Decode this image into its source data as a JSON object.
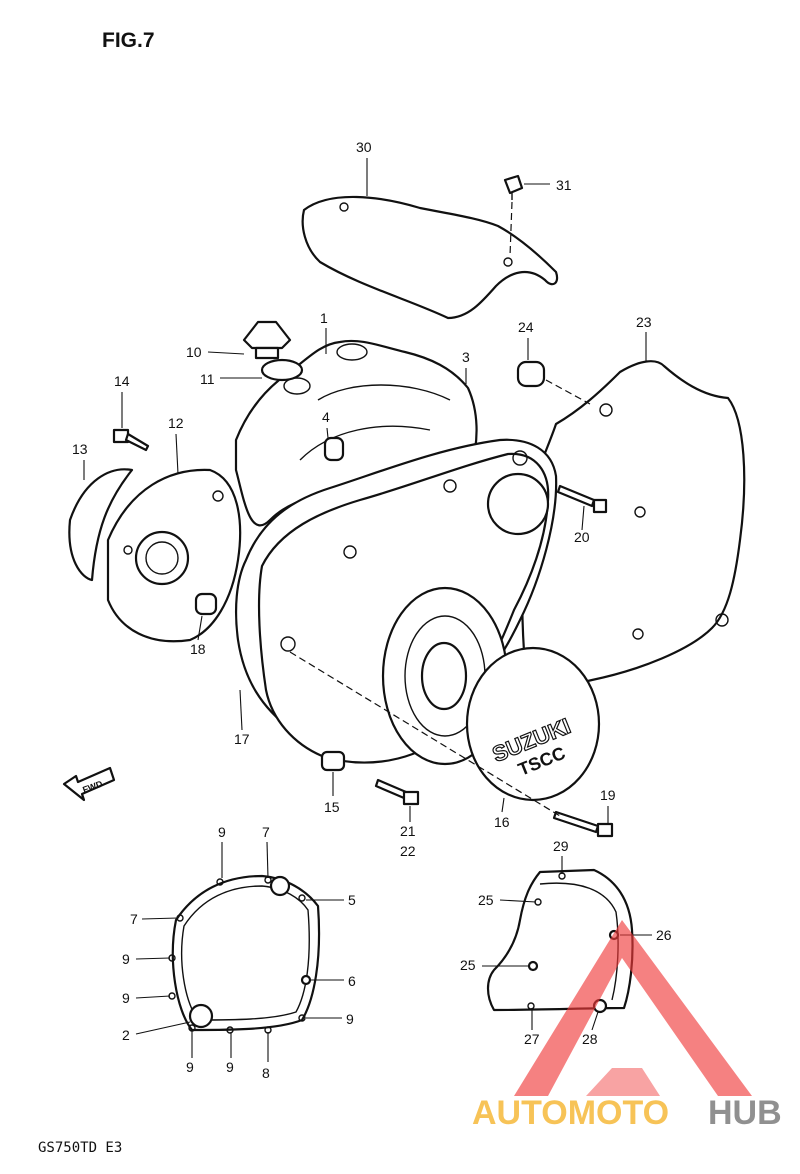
{
  "figure": {
    "title": "FIG.7",
    "model": "GS750TD  E3"
  },
  "direction_arrow": {
    "label": "FWD",
    "icon": "arrow-left-icon"
  },
  "emblem": {
    "brand": "SUZUKI",
    "model": "TSCC"
  },
  "callouts": {
    "c30": "30",
    "c31": "31",
    "c1": "1",
    "c10": "10",
    "c11": "11",
    "c3": "3",
    "c24": "24",
    "c23": "23",
    "c14": "14",
    "c4": "4",
    "c12": "12",
    "c13": "13",
    "c20": "20",
    "c18": "18",
    "c17": "17",
    "c15": "15",
    "c16": "16",
    "c19": "19",
    "c21": "21",
    "c22": "22",
    "c29": "29",
    "c25a": "25",
    "c25b": "25",
    "c26": "26",
    "c27": "27",
    "c28": "28",
    "g9a": "9",
    "g7a": "7",
    "g5": "5",
    "g7b": "7",
    "g9b": "9",
    "g6": "6",
    "g9c": "9",
    "g2": "2",
    "g9d": "9",
    "g9e": "9",
    "g9f": "9",
    "g8": "8"
  },
  "watermark": {
    "text_a": "AUTOMOTO",
    "text_b": "HUB",
    "color_a": "#f6b93a",
    "color_b": "#7d7d7d",
    "logo_color": "#f03a3a",
    "logo_icon": "triangle-a-logo"
  }
}
